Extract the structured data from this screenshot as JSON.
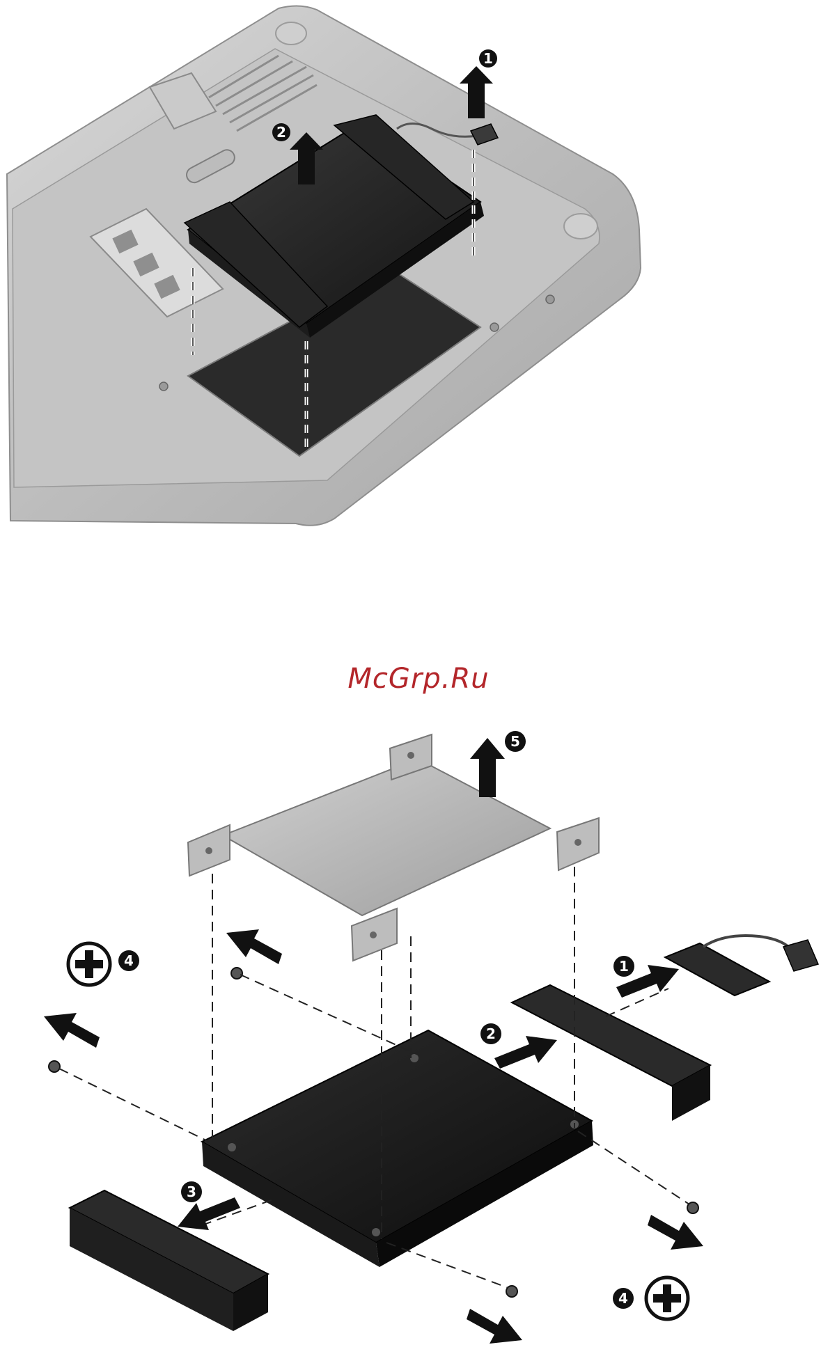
{
  "watermark": "McGrp.Ru",
  "figure_top": {
    "callouts": [
      "1",
      "2"
    ]
  },
  "figure_bottom": {
    "callouts": [
      "5",
      "4",
      "1",
      "2",
      "3",
      "4"
    ]
  },
  "icons": [
    "up-arrow-icon",
    "screw-icon",
    "phillips-screwdriver-icon",
    "push-arrow-icon"
  ]
}
